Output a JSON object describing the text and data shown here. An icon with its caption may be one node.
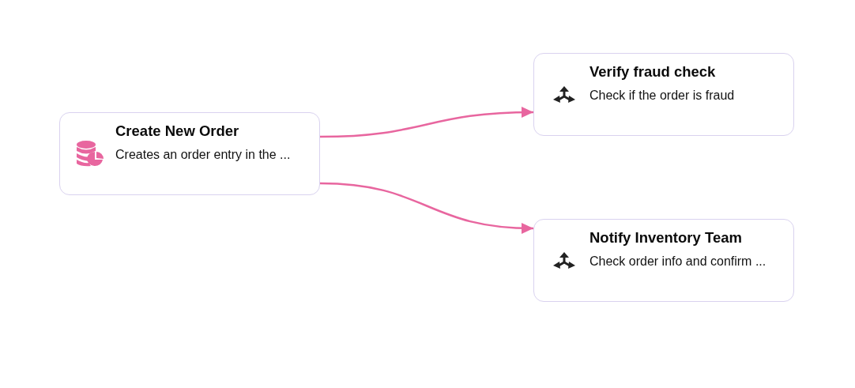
{
  "diagram": {
    "nodes": [
      {
        "text": [
          "Create New Order",
          "Creates an order entry in the ..."
        ]
      },
      {
        "text": [
          "Verify fraud check",
          "Check if the order is fraud"
        ]
      },
      {
        "text": [
          "Notify Inventory Team",
          "Check order info and confirm ..."
        ]
      }
    ],
    "edges": [
      {
        "from": 0,
        "to": 1,
        "arrow": "to"
      },
      {
        "from": 0,
        "to": 2,
        "arrow": "to"
      }
    ]
  }
}
